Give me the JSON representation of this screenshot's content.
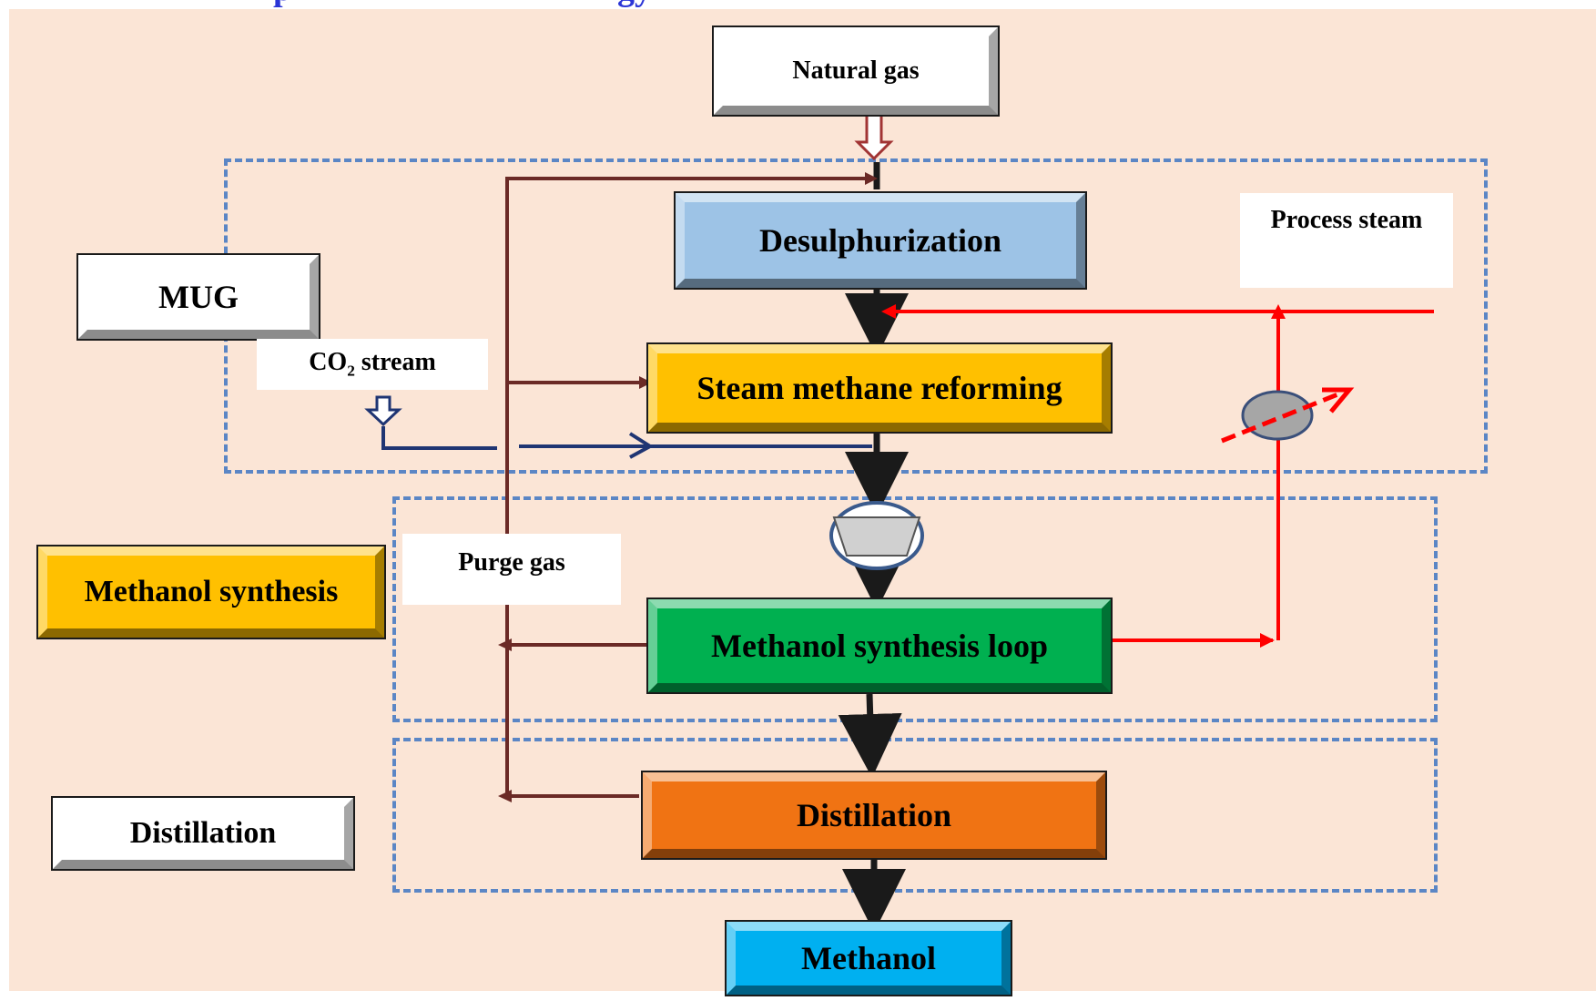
{
  "title_fragment": {
    "a": "p",
    "b": "gy"
  },
  "colors": {
    "background": "#fbe5d6",
    "region_border": "#5b86c5",
    "desulphurization": "#9dc3e6",
    "reforming": "#ffc000",
    "synthesis_loop": "#00b050",
    "distillation": "#f07313",
    "methanol": "#00b0f0",
    "purge_line": "#6b2a26",
    "co2_line": "#1f3573",
    "steam_line": "#ff0000"
  },
  "legend": {
    "mug": "MUG",
    "methanol_synthesis": "Methanol synthesis",
    "distillation": "Distillation"
  },
  "nodes": {
    "natural_gas": "Natural gas",
    "desulphurization": "Desulphurization",
    "steam_methane_reforming": "Steam methane reforming",
    "methanol_synthesis_loop": "Methanol synthesis loop",
    "distillation": "Distillation",
    "methanol": "Methanol"
  },
  "labels": {
    "process_steam": "Process steam",
    "co2_prefix": "CO",
    "co2_sub": "2",
    "co2_suffix": " stream",
    "purge_gas": "Purge gas"
  },
  "icons": [
    "compressor-icon",
    "heat-exchanger-icon"
  ]
}
